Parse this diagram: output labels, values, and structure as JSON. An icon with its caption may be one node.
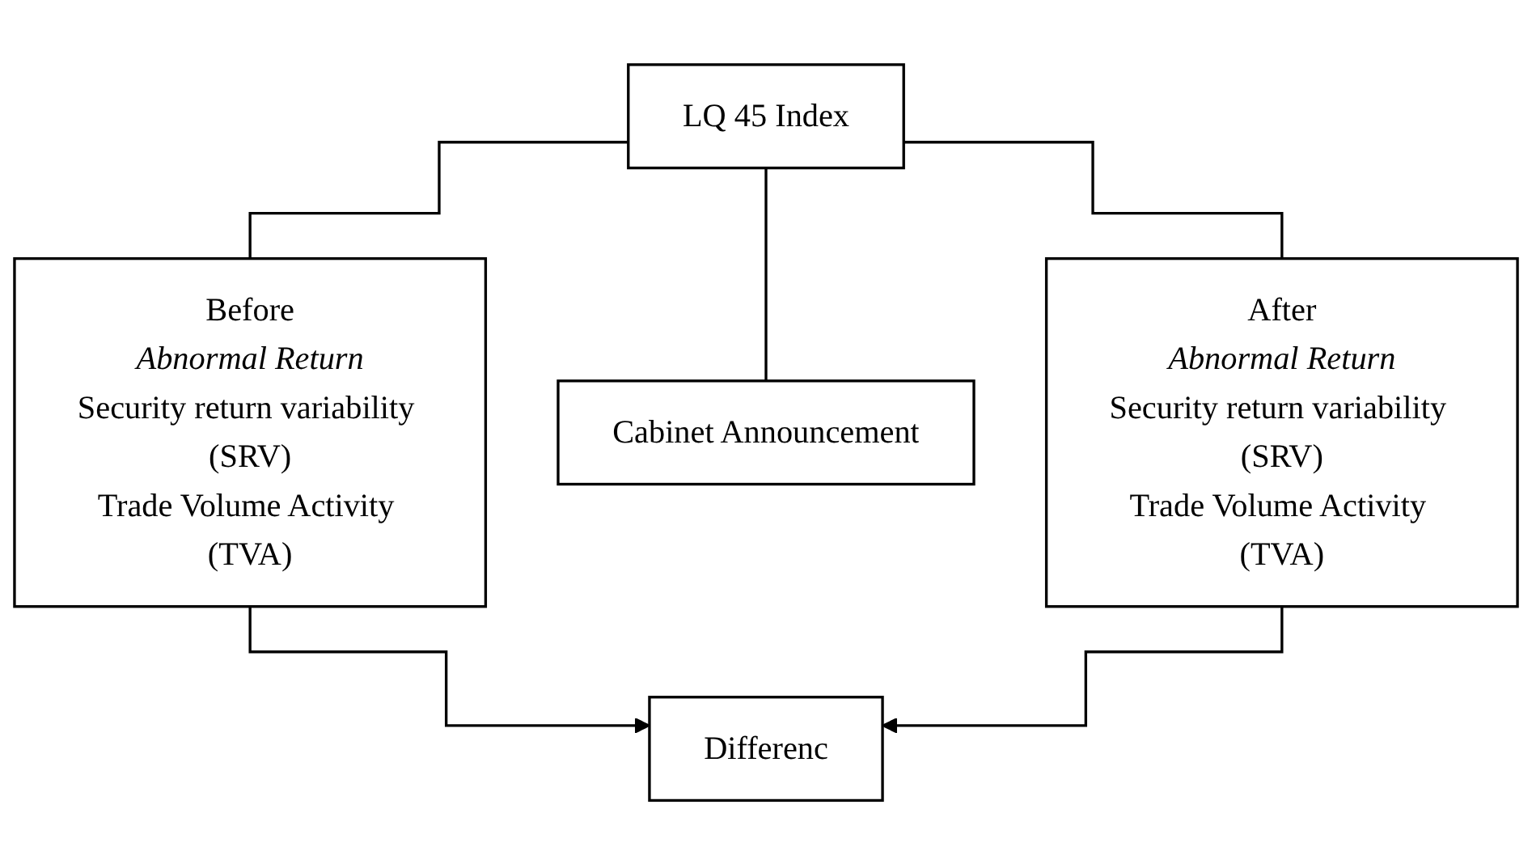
{
  "diagram": {
    "nodes": [
      {
        "text": [
          "LQ 45 Index"
        ]
      },
      {
        "text": [
          "Before",
          "Abnormal Return",
          "Security return variability (SRV)",
          "Trade Volume Activity (TVA)"
        ]
      },
      {
        "text": [
          "Cabinet Announcement"
        ]
      },
      {
        "text": [
          "After",
          "Abnormal Return",
          "Security return variability (SRV)",
          "Trade Volume Activity (TVA)"
        ]
      },
      {
        "text": [
          "Differenc"
        ]
      }
    ],
    "edges": [
      {
        "from": 0,
        "to": 1,
        "arrow": "none"
      },
      {
        "from": 0,
        "to": 2,
        "arrow": "none"
      },
      {
        "from": 0,
        "to": 3,
        "arrow": "none"
      },
      {
        "from": 1,
        "to": 4,
        "arrow": "to"
      },
      {
        "from": 3,
        "to": 4,
        "arrow": "to"
      }
    ]
  }
}
